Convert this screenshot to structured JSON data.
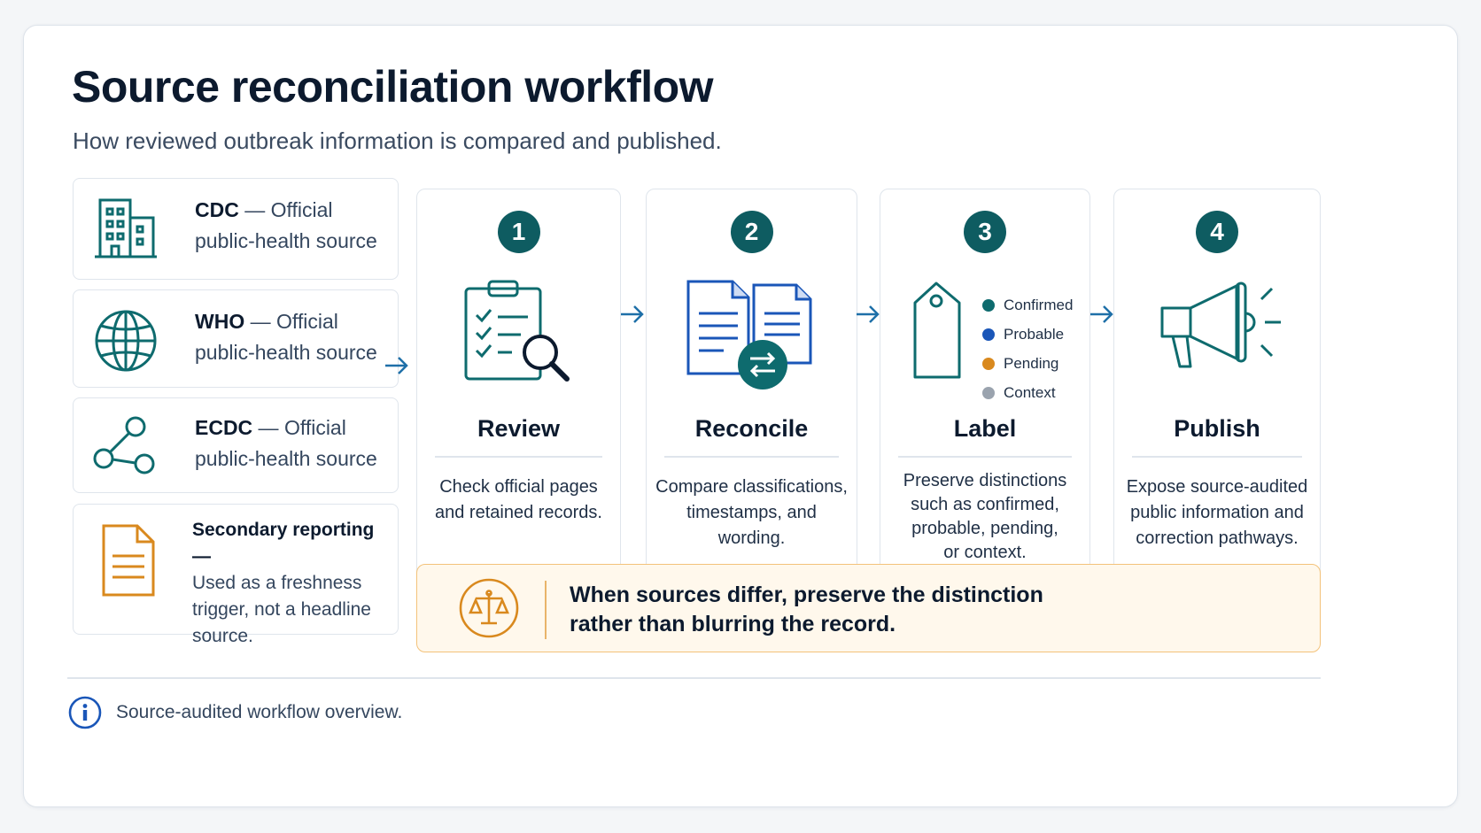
{
  "header": {
    "title": "Source reconciliation workflow",
    "subtitle": "How reviewed outbreak information is compared and published."
  },
  "sources": [
    {
      "name": "CDC",
      "dash": " — ",
      "role": "Official",
      "detail": "public-health source",
      "icon": "building-icon"
    },
    {
      "name": "WHO",
      "dash": " — ",
      "role": "Official",
      "detail": "public-health source",
      "icon": "globe-icon"
    },
    {
      "name": "ECDC",
      "dash": " — ",
      "role": "Official",
      "detail": "public-health source",
      "icon": "network-icon"
    },
    {
      "name": "Secondary reporting —",
      "line2": "Used as a freshness",
      "line3": "trigger, not a headline",
      "line4": "source.",
      "icon": "document-icon"
    }
  ],
  "steps": [
    {
      "number": "1",
      "title": "Review",
      "desc": [
        "Check official pages",
        "and retained records."
      ],
      "icon": "clipboard-search-icon"
    },
    {
      "number": "2",
      "title": "Reconcile",
      "desc": [
        "Compare classifications,",
        "timestamps, and wording."
      ],
      "icon": "documents-swap-icon"
    },
    {
      "number": "3",
      "title": "Label",
      "desc": [
        "Preserve distinctions",
        "such as confirmed,",
        "probable, pending,",
        "or context."
      ],
      "icon": "tag-icon"
    },
    {
      "number": "4",
      "title": "Publish",
      "desc": [
        "Expose source-audited",
        "public information and",
        "correction pathways."
      ],
      "icon": "megaphone-icon"
    }
  ],
  "legend": [
    {
      "label": "Confirmed",
      "color": "#0e6b6e"
    },
    {
      "label": "Probable",
      "color": "#1a56b8"
    },
    {
      "label": "Pending",
      "color": "#d9891e"
    },
    {
      "label": "Context",
      "color": "#9aa3ae"
    }
  ],
  "note": {
    "line1": "When sources differ, preserve the distinction",
    "line2": "rather than blurring the record.",
    "icon": "scales-icon"
  },
  "footer": {
    "text": "Source-audited workflow overview.",
    "icon": "info-icon"
  },
  "colors": {
    "teal": "#0e5c61",
    "blue": "#1a56b8",
    "amber": "#d9891e",
    "navy": "#0c1a2e"
  }
}
